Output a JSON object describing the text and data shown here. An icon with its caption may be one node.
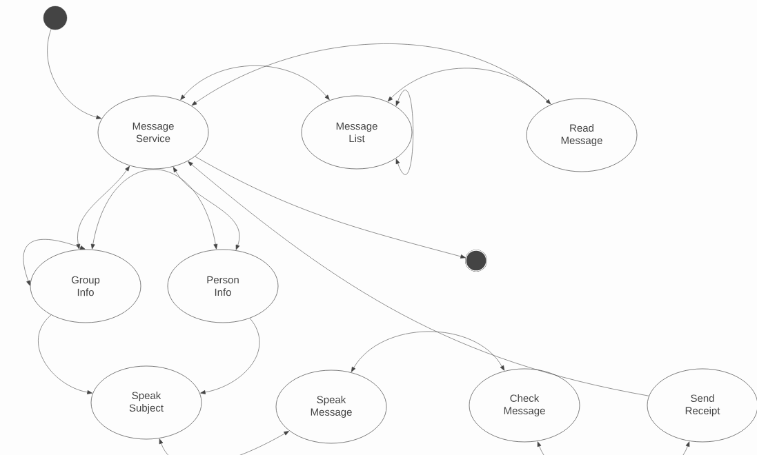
{
  "diagram": {
    "nodes": [
      {
        "text": [],
        "shape": "circle"
      },
      {
        "text": [
          "Message Service"
        ]
      },
      {
        "text": [
          "Message List"
        ]
      },
      {
        "text": [
          "Read Message"
        ]
      },
      {
        "text": [],
        "shape": "bullseye"
      },
      {
        "text": [
          "Group Info"
        ]
      },
      {
        "text": [
          "Person Info"
        ]
      },
      {
        "text": [
          "Speak Subject"
        ]
      },
      {
        "text": [
          "Speak Message"
        ]
      },
      {
        "text": [
          "Check Message"
        ]
      },
      {
        "text": [
          "Send Receipt"
        ]
      }
    ],
    "edges": [
      {
        "from": 0,
        "to": 1,
        "arrow": "to"
      },
      {
        "from": 3,
        "to": 1,
        "arrow": "to"
      },
      {
        "from": 1,
        "to": 2,
        "arrow": "both"
      },
      {
        "from": 2,
        "to": 2,
        "arrow": "both"
      },
      {
        "from": 2,
        "to": 3,
        "arrow": "both"
      },
      {
        "from": 1,
        "to": 4,
        "arrow": "to"
      },
      {
        "from": 10,
        "to": 1,
        "arrow": "to"
      },
      {
        "from": 1,
        "to": 5,
        "arrow": "both"
      },
      {
        "from": 1,
        "to": 6,
        "arrow": "both"
      },
      {
        "from": 5,
        "to": 5,
        "arrow": "both"
      },
      {
        "from": 5,
        "to": 6,
        "arrow": "both"
      },
      {
        "from": 5,
        "to": 7,
        "arrow": "to"
      },
      {
        "from": 6,
        "to": 7,
        "arrow": "to"
      },
      {
        "from": 7,
        "to": 8,
        "arrow": "both"
      },
      {
        "from": 8,
        "to": 9,
        "arrow": "both"
      },
      {
        "from": 9,
        "to": 10,
        "arrow": "both"
      }
    ]
  }
}
